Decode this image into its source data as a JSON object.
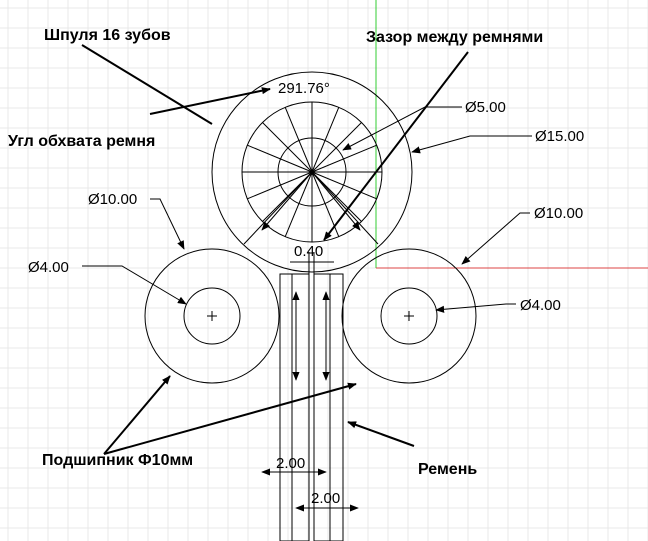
{
  "annotations": {
    "spool": "Шпуля 16 зубов",
    "belt_gap": "Зазор между ремнями",
    "wrap_angle": "Угл обхвата ремня",
    "bearing": "Подшипник Ф10мм",
    "belt": "Ремень"
  },
  "dimensions": {
    "angle": "291.76°",
    "spool_inner": "Ø5.00",
    "spool_outer": "Ø15.00",
    "bearing_left_outer": "Ø10.00",
    "bearing_left_inner": "Ø4.00",
    "bearing_right_outer": "Ø10.00",
    "bearing_right_inner": "Ø4.00",
    "gap": "0.40",
    "belt_width_left": "2.00",
    "belt_width_right": "2.00"
  },
  "colors": {
    "grid": "#e8e8e8",
    "axis_y": "#33cc33",
    "axis_x": "#dd4444",
    "ink": "#000000"
  },
  "counts": {
    "spool_teeth": 16
  }
}
